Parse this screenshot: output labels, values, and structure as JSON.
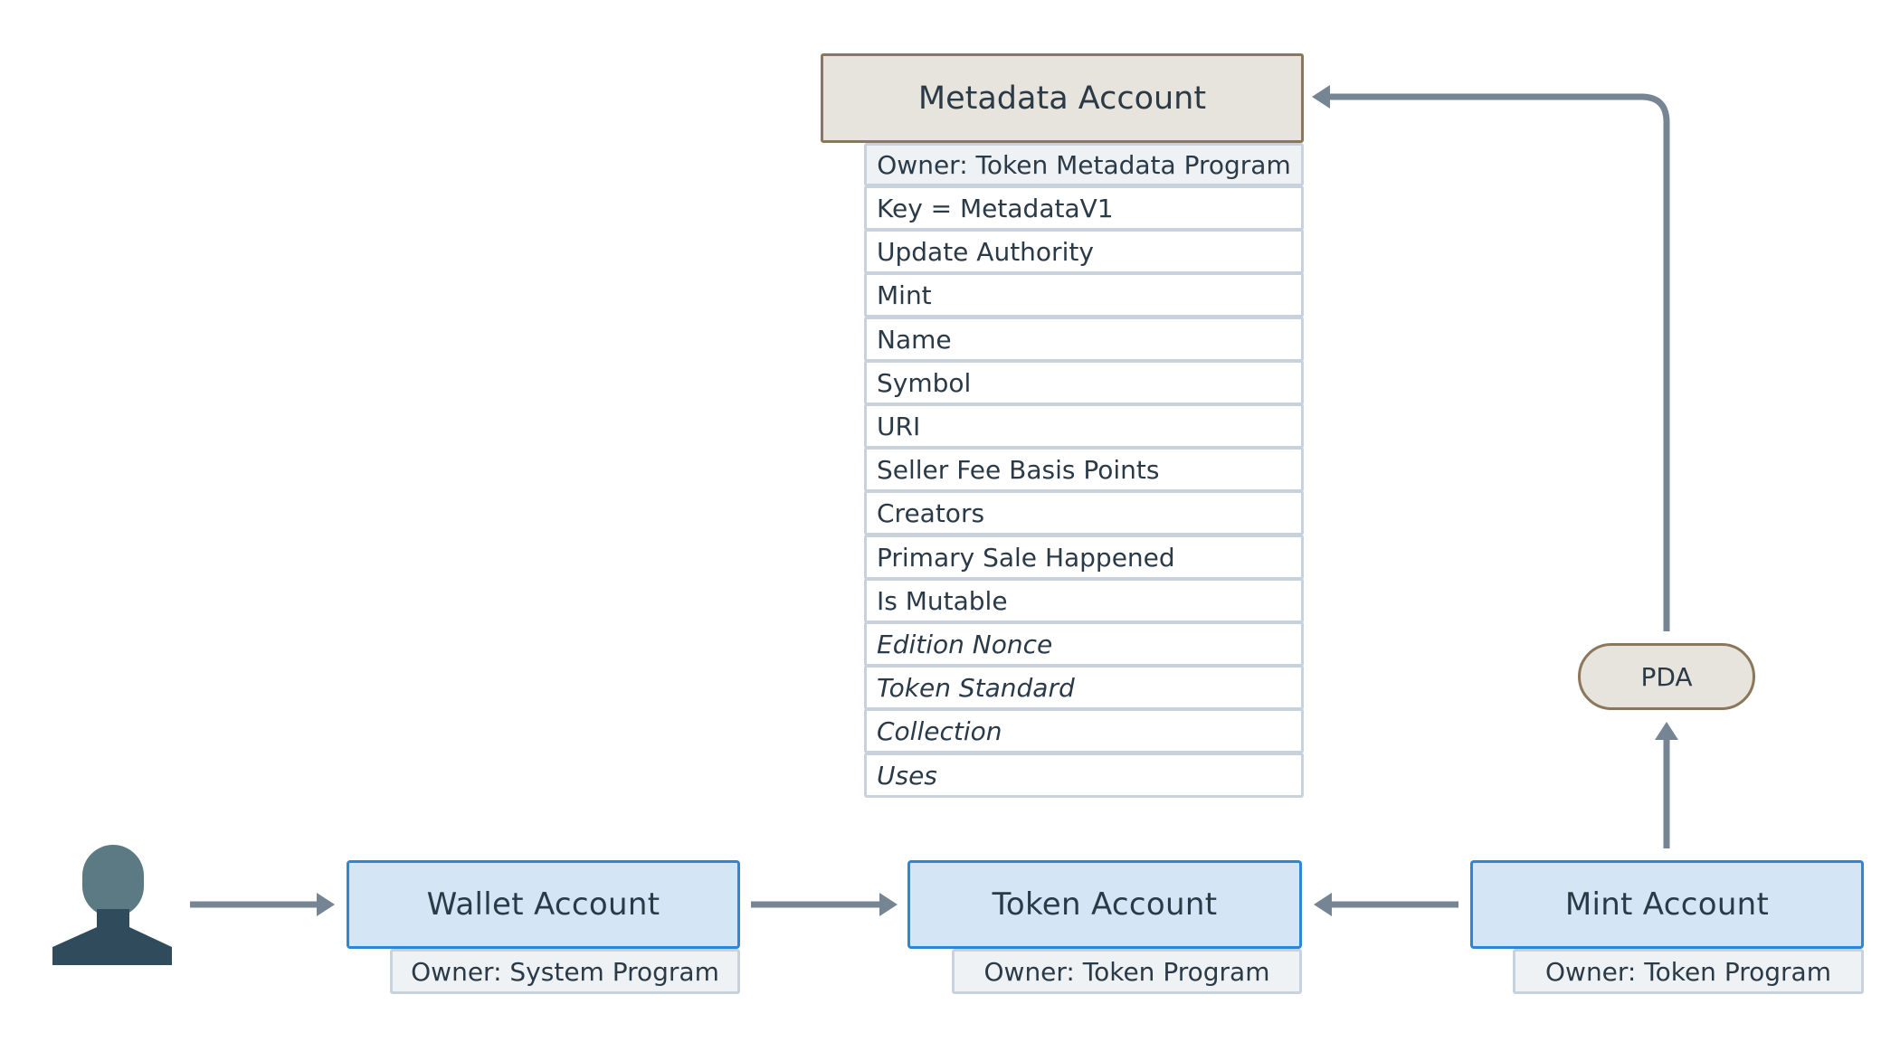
{
  "metadata_account": {
    "title": "Metadata Account",
    "owner": "Owner: Token Metadata Program",
    "fields": [
      {
        "label": "Key = MetadataV1",
        "optional": false
      },
      {
        "label": "Update Authority",
        "optional": false
      },
      {
        "label": "Mint",
        "optional": false
      },
      {
        "label": "Name",
        "optional": false
      },
      {
        "label": "Symbol",
        "optional": false
      },
      {
        "label": "URI",
        "optional": false
      },
      {
        "label": "Seller Fee Basis Points",
        "optional": false
      },
      {
        "label": "Creators",
        "optional": false
      },
      {
        "label": "Primary Sale Happened",
        "optional": false
      },
      {
        "label": "Is Mutable",
        "optional": false
      },
      {
        "label": "Edition Nonce",
        "optional": true
      },
      {
        "label": "Token Standard",
        "optional": true
      },
      {
        "label": "Collection",
        "optional": true
      },
      {
        "label": "Uses",
        "optional": true
      }
    ]
  },
  "wallet_account": {
    "title": "Wallet Account",
    "owner": "Owner: System Program"
  },
  "token_account": {
    "title": "Token Account",
    "owner": "Owner: Token Program"
  },
  "mint_account": {
    "title": "Mint Account",
    "owner": "Owner: Token Program"
  },
  "pda": {
    "label": "PDA"
  },
  "user": {
    "icon": "user-icon"
  },
  "colors": {
    "account_fill": "#d4e5f6",
    "account_border": "#2e86d6",
    "metadata_fill": "#e7e3dd",
    "metadata_border": "#8b7759",
    "owner_fill": "#eff2f5",
    "field_border": "#c8d2dc",
    "arrow": "#758594",
    "user_head": "#5b7a84",
    "user_body": "#2f4b5c"
  }
}
